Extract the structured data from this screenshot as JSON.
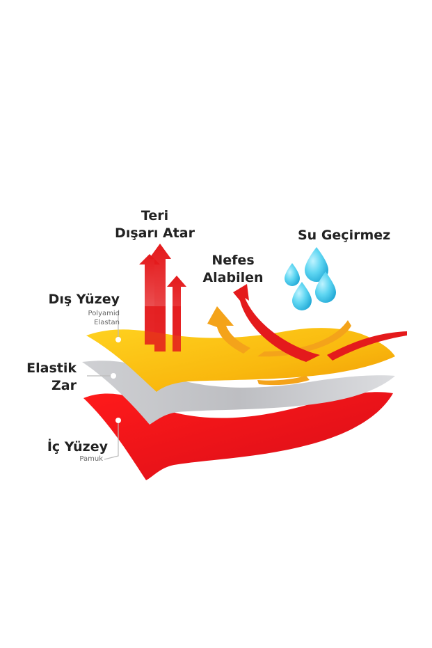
{
  "labels": {
    "sweat_line1": "Teri",
    "sweat_line2": "Dışarı Atar",
    "breathable_line1": "Nefes",
    "breathable_line2": "Alabilen",
    "waterproof": "Su Geçirmez",
    "outer_title": "Dış Yüzey",
    "outer_sub1": "Polyamid",
    "outer_sub2": "Elastan",
    "membrane_line1": "Elastik",
    "membrane_line2": "Zar",
    "inner_title": "İç Yüzey",
    "inner_sub": "Pamuk"
  },
  "colors": {
    "outer_layer": "#f7b40f",
    "membrane_layer": "#c9c9cc",
    "inner_layer": "#e8101a",
    "arrow_red": "#e41a1c",
    "arrow_orange": "#f4a31a",
    "water_drop": "#4fd0ee",
    "text": "#222222",
    "subtext": "#666666"
  },
  "icons": [
    "water-drop-icon",
    "arrow-up-icon",
    "curved-arrow-icon"
  ]
}
